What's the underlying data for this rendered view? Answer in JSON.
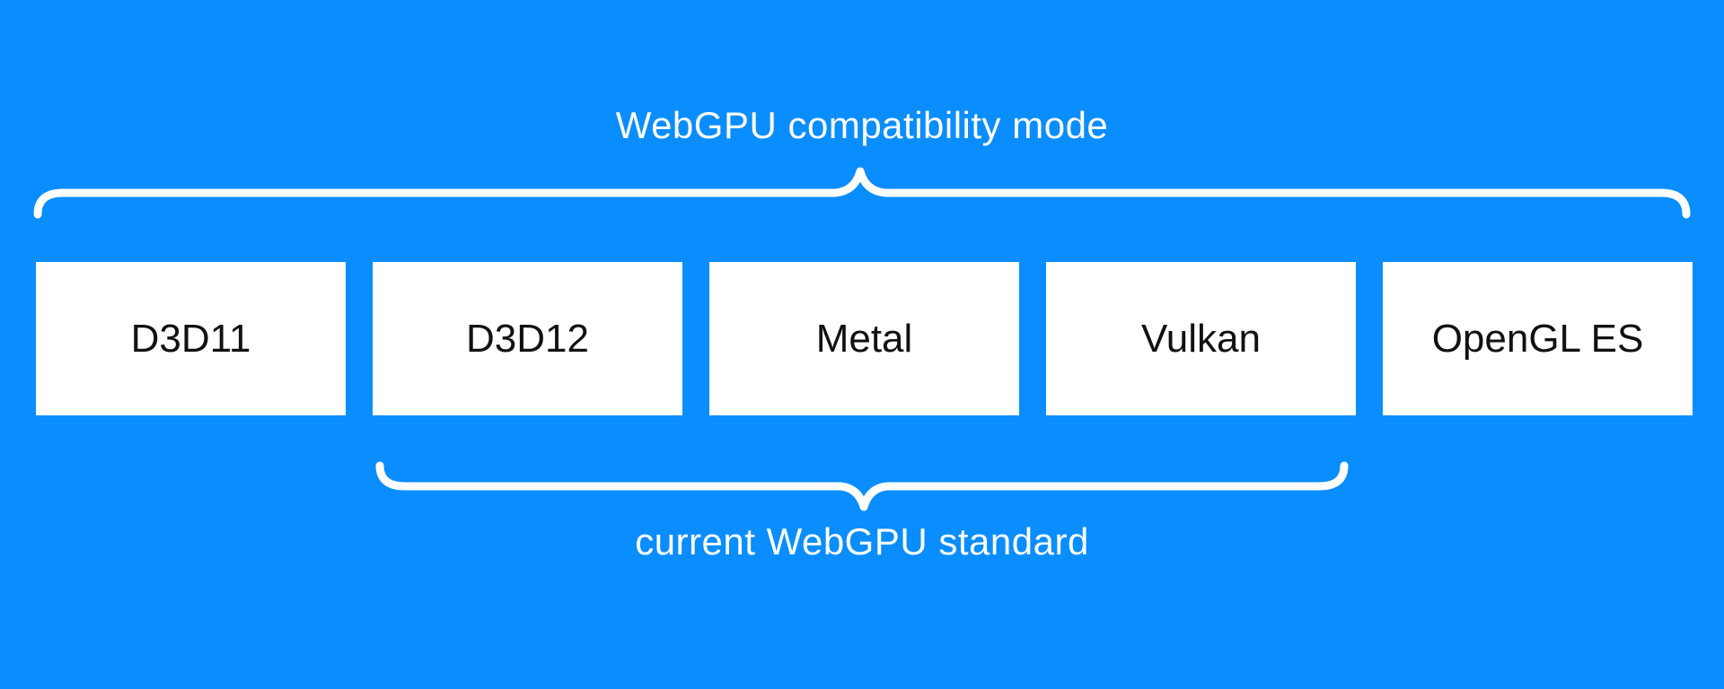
{
  "diagram": {
    "title": "WebGPU compatibility mode",
    "subtitle": "current WebGPU standard",
    "backends": [
      "D3D11",
      "D3D12",
      "Metal",
      "Vulkan",
      "OpenGL ES"
    ]
  },
  "icons": {
    "top_brace": "curly-brace-opening-down",
    "bottom_brace": "curly-brace-opening-up"
  },
  "colors": {
    "background": "#0A8DFF",
    "box_background": "#FFFFFF",
    "box_text": "#111111",
    "label_text": "#FFFFFF",
    "brace": "#FFFFFF"
  }
}
